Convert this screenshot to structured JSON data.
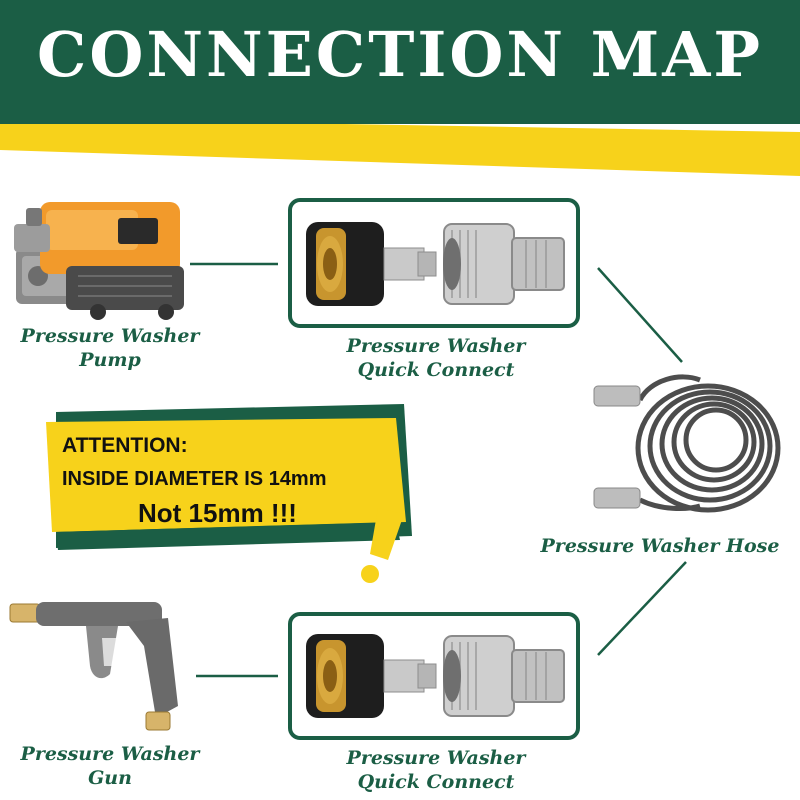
{
  "header": {
    "title": "CONNECTION MAP"
  },
  "colors": {
    "brand_green": "#1b5e45",
    "accent_yellow": "#f7d21b"
  },
  "components": {
    "pump": {
      "line1": "Pressure Washer",
      "line2": "Pump"
    },
    "quick_connect_top": {
      "line1": "Pressure Washer",
      "line2": "Quick Connect"
    },
    "hose": {
      "label": "Pressure Washer Hose"
    },
    "gun": {
      "line1": "Pressure Washer",
      "line2": "Gun"
    },
    "quick_connect_bottom": {
      "line1": "Pressure Washer",
      "line2": "Quick Connect"
    }
  },
  "attention": {
    "heading": "ATTENTION:",
    "line1": "INSIDE DIAMETER IS 14mm",
    "line2": "Not 15mm !!!"
  },
  "icons": [
    "pump-image",
    "quick-connect-coupler-image",
    "hose-image",
    "spray-gun-image",
    "exclamation-icon"
  ]
}
